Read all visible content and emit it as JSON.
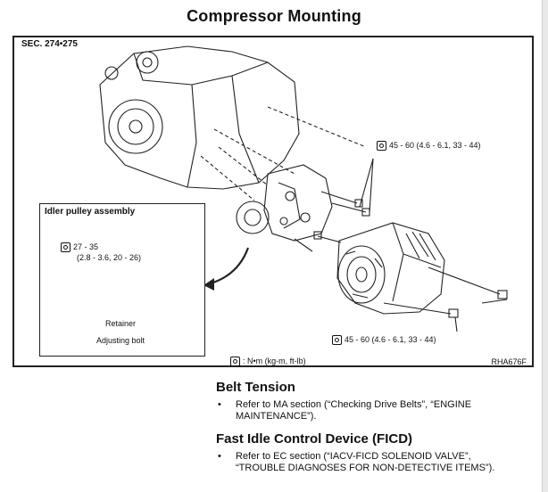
{
  "page": {
    "title": "Compressor Mounting"
  },
  "figure": {
    "section_ref": "SEC. 274•275",
    "inset_title": "Idler pulley assembly",
    "inset_torque_line1": "27 - 35",
    "inset_torque_line2": "(2.8 - 3.6, 20 - 26)",
    "retainer_label": "Retainer",
    "adjusting_bolt_label": "Adjusting bolt",
    "torque_top": "45 - 60 (4.6 - 6.1, 33 - 44)",
    "torque_bottom": "45 - 60 (4.6 - 6.1, 33 - 44)",
    "legend_units": ": N•m (kg-m, ft-lb)",
    "figure_code": "RHA676F",
    "torque_icon": "wrench-torque-icon"
  },
  "sections": [
    {
      "heading": "Belt Tension",
      "bullet": "•",
      "lines": [
        "Refer to MA section (“Checking Drive Belts”, “ENGINE",
        "MAINTENANCE”)."
      ]
    },
    {
      "heading": "Fast Idle Control Device (FICD)",
      "bullet": "•",
      "lines": [
        "Refer to EC section (“IACV-FICD SOLENOID VALVE”,",
        "“TROUBLE DIAGNOSES FOR NON-DETECTIVE ITEMS”)."
      ]
    }
  ]
}
